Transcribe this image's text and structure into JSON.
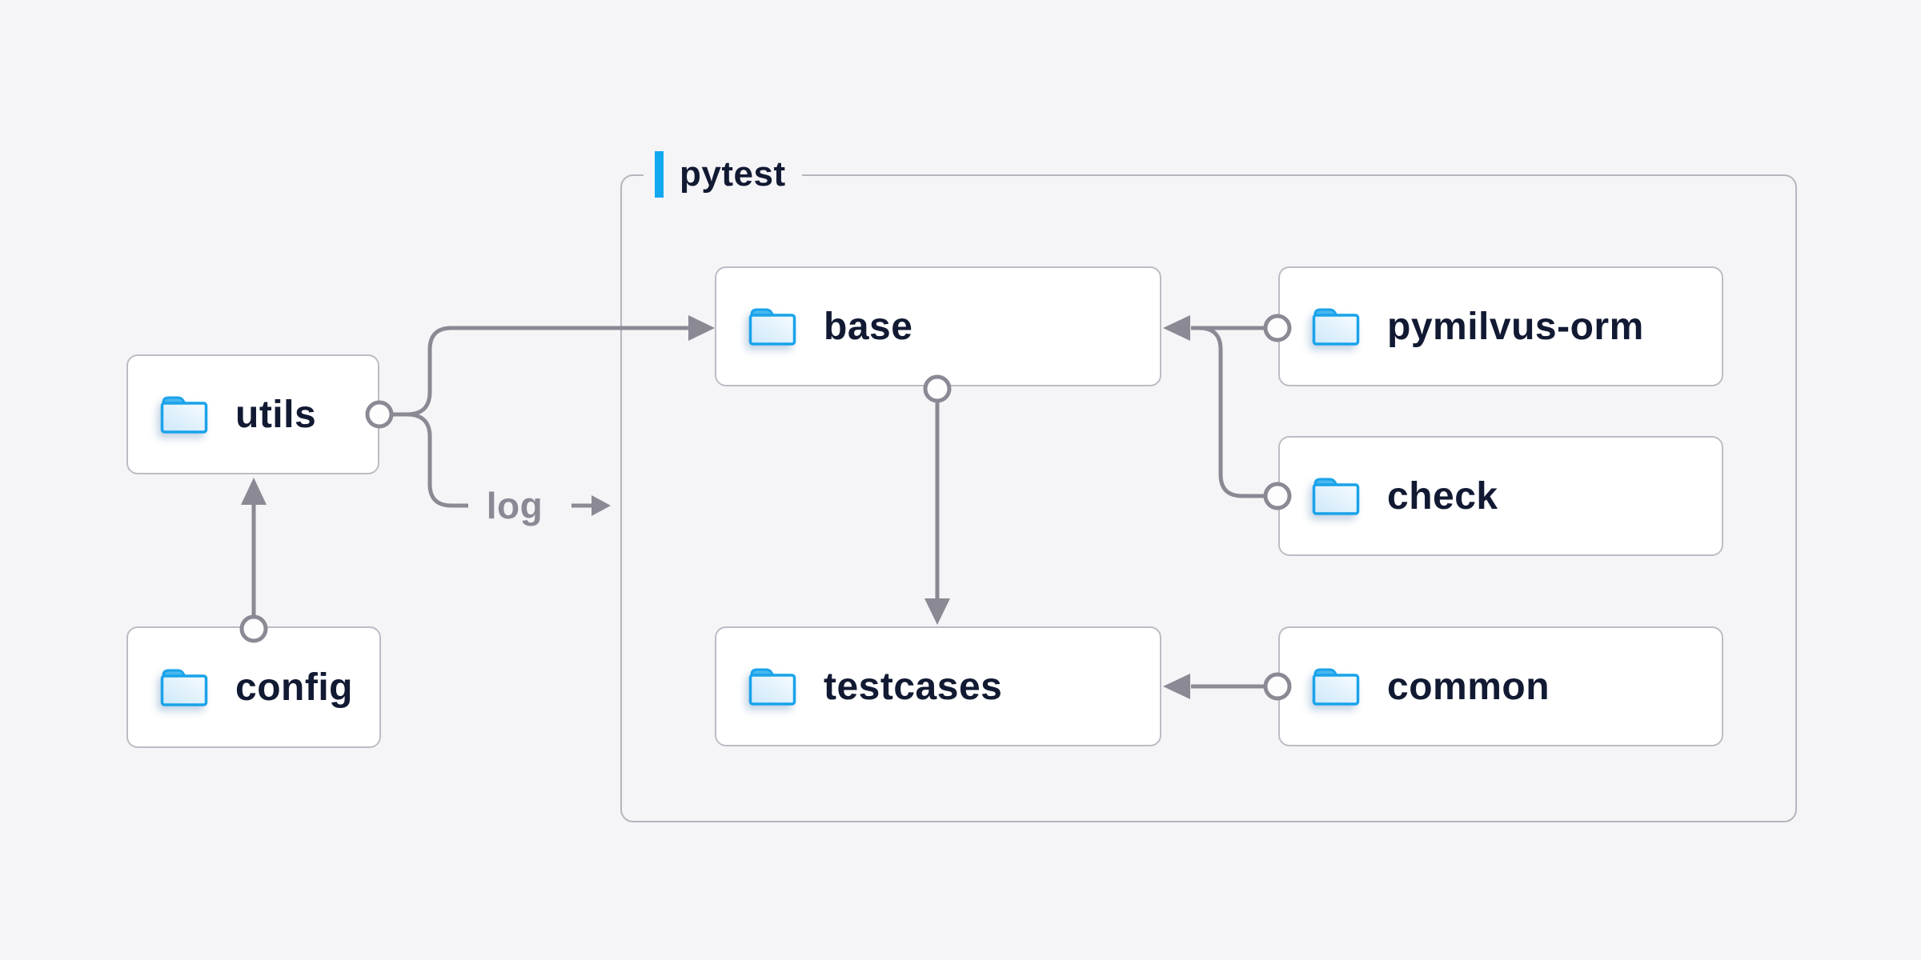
{
  "diagram": {
    "title_container": {
      "label": "pytest"
    },
    "nodes": {
      "utils": {
        "label": "utils",
        "icon": "folder-icon"
      },
      "config": {
        "label": "config",
        "icon": "folder-icon"
      },
      "base": {
        "label": "base",
        "icon": "folder-icon"
      },
      "pymilvus-orm": {
        "label": "pymilvus-orm",
        "icon": "folder-icon"
      },
      "check": {
        "label": "check",
        "icon": "folder-icon"
      },
      "testcases": {
        "label": "testcases",
        "icon": "folder-icon"
      },
      "common": {
        "label": "common",
        "icon": "folder-icon"
      }
    },
    "edges": {
      "log": {
        "label": "log"
      },
      "relations": [
        {
          "from": "config",
          "to": "utils"
        },
        {
          "from": "utils",
          "to": "base"
        },
        {
          "from": "utils",
          "to": "log"
        },
        {
          "from": "base",
          "to": "testcases"
        },
        {
          "from": "pymilvus-orm",
          "to": "base"
        },
        {
          "from": "check",
          "to": "base"
        },
        {
          "from": "common",
          "to": "testcases"
        }
      ]
    },
    "colors": {
      "background": "#f5f5f7",
      "node_fill": "#ffffff",
      "node_border": "#bcbcc6",
      "container_border": "#b5b5c0",
      "text_navy": "#121a33",
      "line_gray": "#8a8994",
      "accent_blue": "#12a9f0",
      "folder_stroke": "#19a3ea",
      "folder_tab": "#4ab7ee",
      "folder_fill_light": "#f4fafe",
      "folder_fill_dark": "#cfe9fa"
    }
  }
}
